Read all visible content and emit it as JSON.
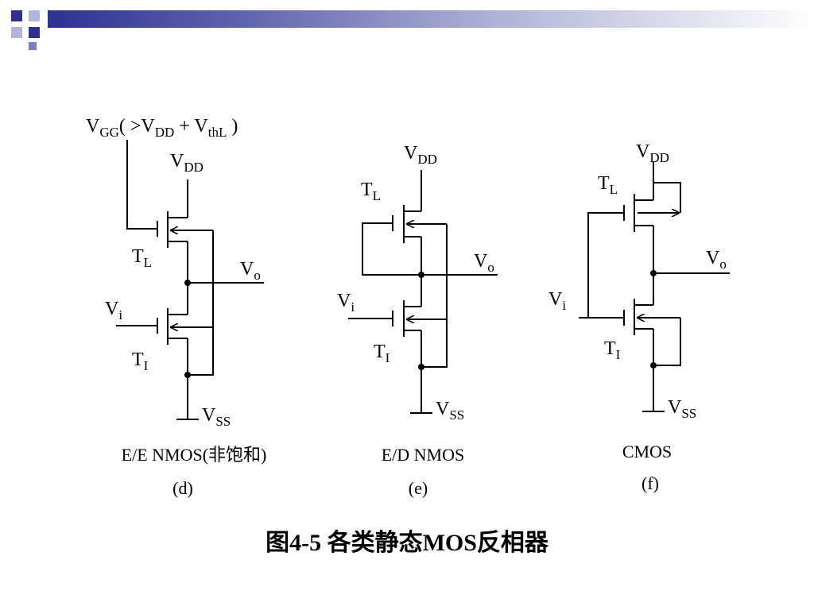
{
  "slide": {
    "caption": "图4-5  各类静态MOS反相器"
  },
  "figure": {
    "circuit_d": {
      "vgg_label": "V",
      "vgg_sub": "GG",
      "vgg_note_open": "( >V",
      "vgg_note_dd_sub": "DD",
      "vgg_note_plus": " + V",
      "vgg_note_thl_sub": "thL",
      "vgg_note_close": " )",
      "vdd_label": "V",
      "vdd_sub": "DD",
      "tl_label": "T",
      "tl_sub": "L",
      "vo_label": "V",
      "vo_sub": "o",
      "vi_label": "V",
      "vi_sub": "i",
      "ti_label": "T",
      "ti_sub": "I",
      "vss_label": "V",
      "vss_sub": "SS",
      "title": "E/E NMOS(非饱和)",
      "tag": "(d)"
    },
    "circuit_e": {
      "vdd_label": "V",
      "vdd_sub": "DD",
      "tl_label": "T",
      "tl_sub": "L",
      "vo_label": "V",
      "vo_sub": "o",
      "vi_label": "V",
      "vi_sub": "i",
      "ti_label": "T",
      "ti_sub": "I",
      "vss_label": "V",
      "vss_sub": "SS",
      "title": "E/D NMOS",
      "tag": "(e)"
    },
    "circuit_f": {
      "vdd_label": "V",
      "vdd_sub": "DD",
      "tl_label": "T",
      "tl_sub": "L",
      "vo_label": "V",
      "vo_sub": "o",
      "vi_label": "V",
      "vi_sub": "i",
      "ti_label": "T",
      "ti_sub": "I",
      "vss_label": "V",
      "vss_sub": "SS",
      "title": "CMOS",
      "tag": "(f)"
    }
  },
  "colors": {
    "accent_dark": "#2e3192",
    "accent_light": "#b3b5d8",
    "line": "#000000"
  }
}
